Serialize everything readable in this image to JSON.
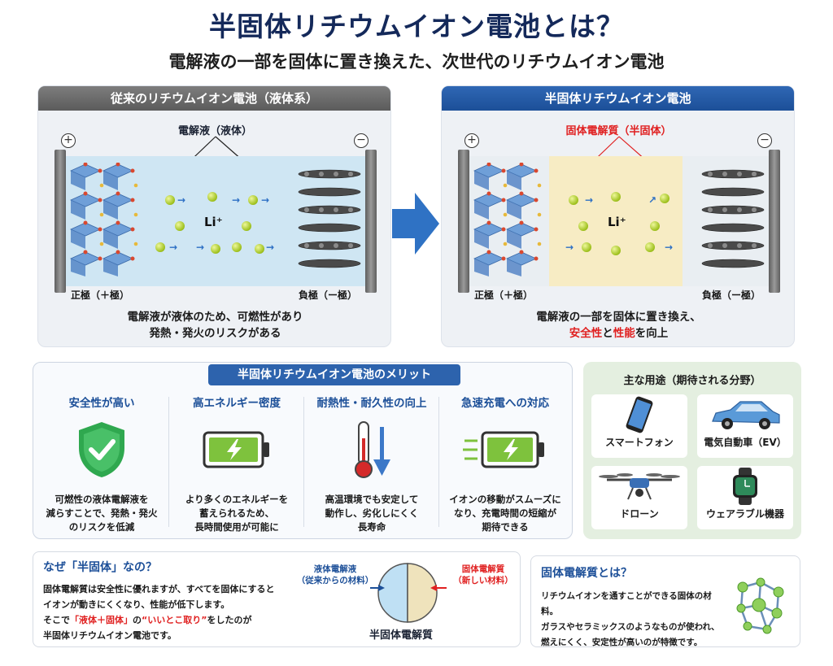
{
  "title": "半固体リチウムイオン電池とは？",
  "subtitle": "電解液の一部を固体に置き換えた、次世代のリチウムイオン電池",
  "left_panel": {
    "header": "従来のリチウムイオン電池（液体系）",
    "electrolyte_label": "電解液（液体）",
    "li_label": "Li⁺",
    "plus_sign": "+",
    "minus_sign": "−",
    "cathode": "正極（＋極）",
    "anode": "負極（ー極）",
    "desc_line1": "電解液が液体のため、可燃性があり",
    "desc_line2": "発熱・発火のリスクがある"
  },
  "right_panel": {
    "header": "半固体リチウムイオン電池",
    "electrolyte_label": "固体電解質（半固体）",
    "li_label": "Li⁺",
    "plus_sign": "+",
    "minus_sign": "−",
    "cathode": "正極（＋極）",
    "anode": "負極（ー極）",
    "desc_line1": "電解液の一部を固体に置き換え、",
    "desc_safety": "安全性",
    "desc_and": "と",
    "desc_perf": "性能",
    "desc_tail": "を向上"
  },
  "merits": {
    "header": "半固体リチウムイオン電池のメリット",
    "items": [
      {
        "title": "安全性が高い",
        "l1": "可燃性の液体電解液を",
        "l2": "減らすことで、発熱・発火",
        "l3": "のリスクを低減"
      },
      {
        "title": "高エネルギー密度",
        "l1": "より多くのエネルギーを",
        "l2": "蓄えられるため、",
        "l3": "長時間使用が可能に"
      },
      {
        "title": "耐熱性・耐久性の向上",
        "l1": "高温環境でも安定して",
        "l2": "動作し、劣化しにくく",
        "l3": "長寿命"
      },
      {
        "title": "急速充電への対応",
        "l1": "イオンの移動がスムーズに",
        "l2": "なり、充電時間の短縮が",
        "l3": "期待できる"
      }
    ]
  },
  "uses": {
    "header": "主な用途（期待される分野）",
    "items": [
      "スマートフォン",
      "電気自動車（EV）",
      "ドローン",
      "ウェアラブル機器"
    ]
  },
  "why": {
    "title": "なぜ「半固体」なの？",
    "l1": "固体電解質は安全性に優れますが、すべてを固体にすると",
    "l2": "イオンが動きにくくなり、性能が低下します。",
    "l3_pre": "そこで",
    "l3_red": "「液体＋固体」",
    "l3_mid": "の",
    "l3_red2": "“いいとこ取り”",
    "l3_post": "をしたのが",
    "l4": "半固体リチウムイオン電池です。",
    "liquid_label1": "液体電解液",
    "liquid_label2": "（従来からの材料）",
    "solid_label1": "固体電解質",
    "solid_label2": "（新しい材料）",
    "pie_label": "半固体電解質"
  },
  "what": {
    "title": "固体電解質とは？",
    "l1": "リチウムイオンを通すことができる固体の材料。",
    "l2": "ガラスやセラミックスのようなものが使われ、",
    "l3": "燃えにくく、安定性が高いのが特徴です。"
  },
  "colors": {
    "navy": "#14295a",
    "blue": "#1c4f98",
    "red": "#e02020",
    "green": "#2fa84f"
  }
}
